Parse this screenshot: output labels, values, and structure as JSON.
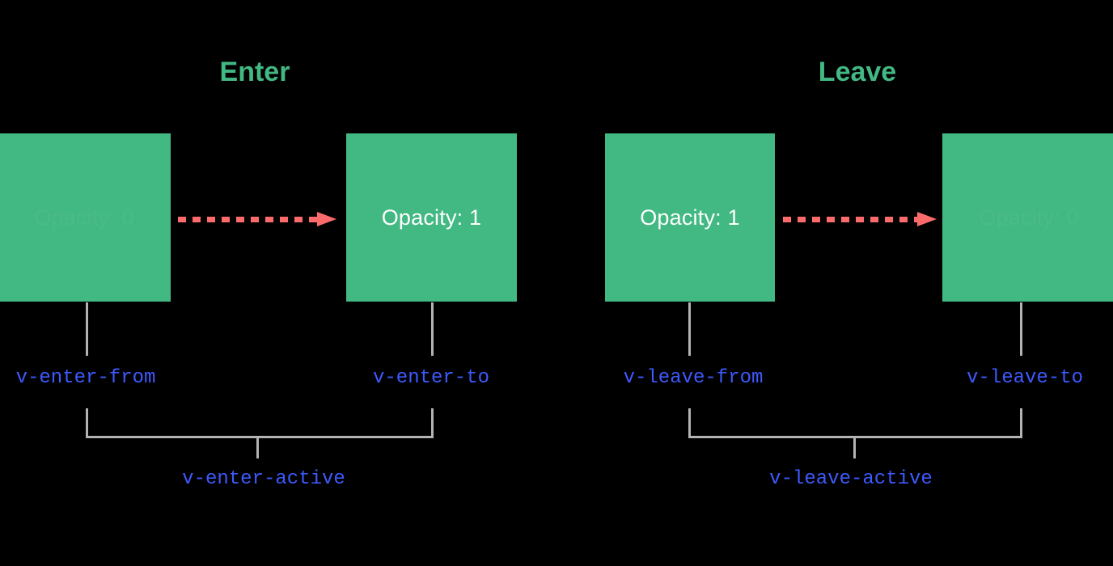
{
  "diagram": {
    "background_color": "#000000",
    "box_color": "#42b883",
    "arrow_color": "#fc6b6b",
    "class_label_color": "#3d5afe",
    "connector_color": "#b3b3b3",
    "title_color": "#42b883"
  },
  "sections": {
    "enter": {
      "title": "Enter",
      "from_box_text": "Opacity: 0",
      "to_box_text": "Opacity: 1",
      "from_class": "v-enter-from",
      "to_class": "v-enter-to",
      "active_class": "v-enter-active"
    },
    "leave": {
      "title": "Leave",
      "from_box_text": "Opacity: 1",
      "to_box_text": "Opacity: 0",
      "from_class": "v-leave-from",
      "to_class": "v-leave-to",
      "active_class": "v-leave-active"
    }
  }
}
